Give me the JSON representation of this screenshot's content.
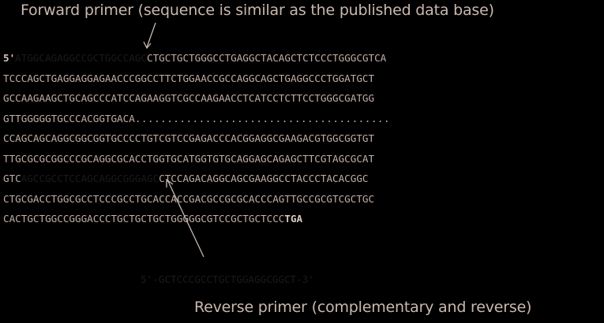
{
  "captions": {
    "forward": "Forward primer (sequence is similar as the published data base)",
    "reverse": "Reverse primer (complementary and reverse)"
  },
  "sequence": {
    "line1": {
      "prime": "5'",
      "highlight": "ATGGCAGAGGCCGCTGGCCAGC",
      "rest": "CTGCTGCTGGGCCTGAGGCTACAGCTCTCCCTGGGCGTCA"
    },
    "line2": "TCCCAGCTGAGGAGGAGAACCCGGCCTTCTGGAACCGCCAGGCAGCTGAGGCCCTGGATGCT",
    "line3": "GCCAAGAAGCTGCAGCCCATCCAGAAGGTCGCCAAGAACCTCATCCTCTTCCTGGGCGATGG",
    "line4": {
      "seq": "GTTGGGGGTGCCCACGGTGACA",
      "dots": "........................................"
    },
    "line5": "CCAGCAGCAGGCGGCGGTGCCCCTGTCGTCCGAGACCCACGGAGGCGAAGACGTGGCGGTGT",
    "line6": "TTGCGCGCGGCCCGCAGGCGCACCTGGTGCATGGTGTGCAGGAGCAGAGCTTCGTAGCGCAT",
    "line7": {
      "start": "GTC",
      "highlight": "AGCCGCCTCCAGCAGGCGGGAGC",
      "rest": "CTCCAGACAGGCAGCGAAGGCCTACCCTACACGGC"
    },
    "line8": "CTGCGACCTGGCGCCTCCCGCCTGCACCACCGACGCCGCGCACCCAGTTGCCGCGTCGCTGC",
    "line9": {
      "seq": "CACTGCTGGCCGGGACCCTGCTGCTGCTGGGGGCGTCCGCTGCTCCC",
      "stop": "TGA"
    }
  },
  "reverse_primer_seq": "5'-GCTCCCGCCTGCTGGAGGCGGCT-3'",
  "colors": {
    "background": "#000000",
    "sequence_text": "#c2aea4",
    "caption_text": "#c9b8ae",
    "primer_highlight": "#1b1a19"
  }
}
